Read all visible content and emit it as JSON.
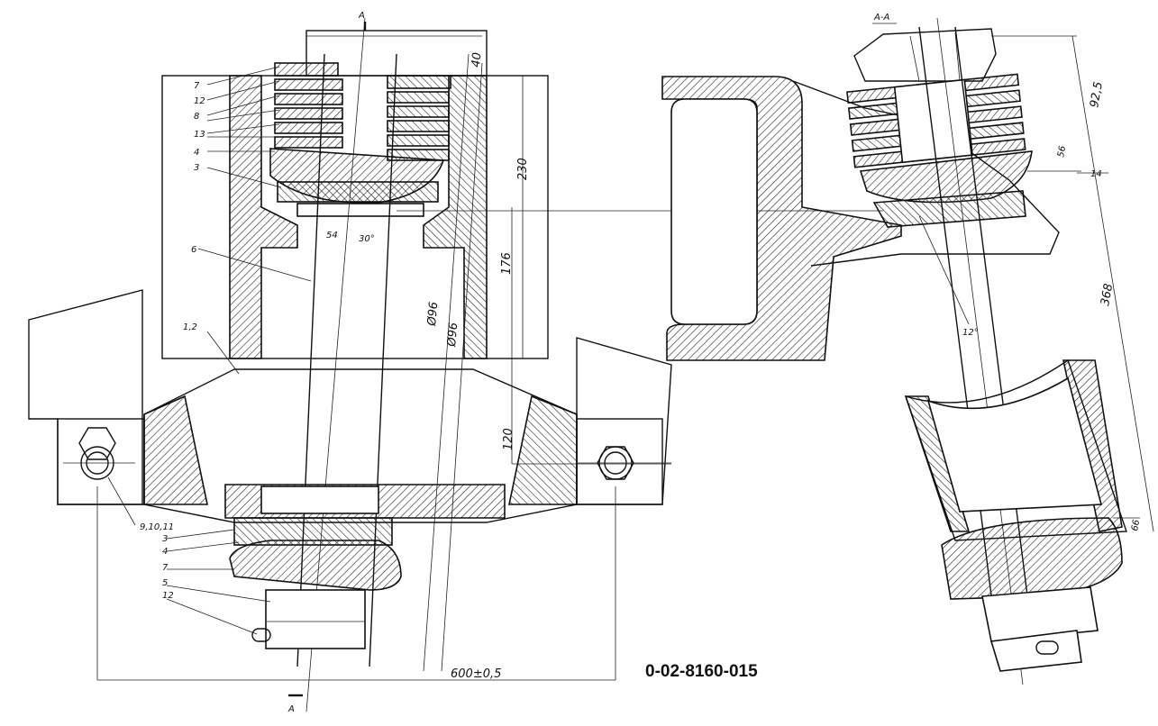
{
  "drawing": {
    "doc_number": "0-02-8160-015",
    "section_mark": "A",
    "section_title": "A-A",
    "part_labels": [
      "7",
      "12",
      "8",
      "13",
      "4",
      "3",
      "6",
      "1,2",
      "9,10,11",
      "3",
      "4",
      "7",
      "5",
      "12",
      "14"
    ],
    "dimensions": {
      "height_230": "230",
      "height_176": "176",
      "height_120": "120",
      "width_600": "600±0,5",
      "bore_1": "Ø96",
      "bore_2": "Ø96",
      "top_40": "40",
      "angle_54": "54",
      "angle_30": "30°",
      "height_92_5": "92,5",
      "height_368": "368",
      "small_56": "56",
      "small_66": "66",
      "angle_12": "12°"
    }
  }
}
